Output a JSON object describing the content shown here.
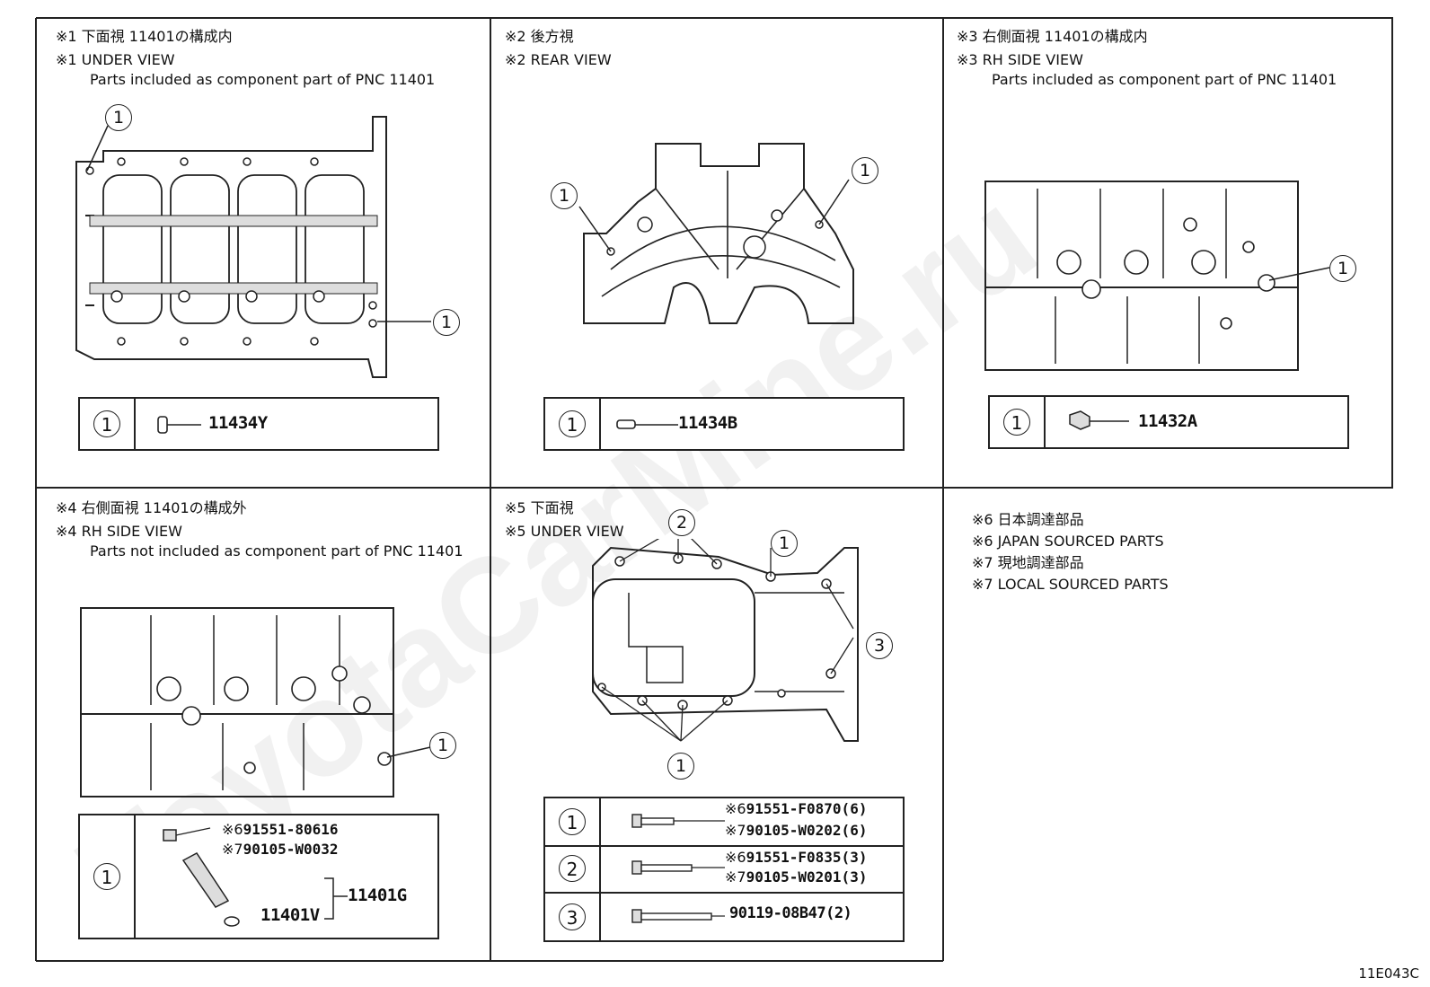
{
  "panels": [
    {
      "line1": "※1 下面視 11401の構成内",
      "line2": "※1 UNDER VIEW",
      "line3": "Parts included as component part of PNC 11401"
    },
    {
      "line1": "※2 後方視",
      "line2": "※2 REAR VIEW"
    },
    {
      "line1": "※3 右側面視 11401の構成内",
      "line2": "※3 RH SIDE VIEW",
      "line3": "Parts included as component part of PNC 11401"
    },
    {
      "line1": "※4 右側面視 11401の構成外",
      "line2": "※4 RH SIDE VIEW",
      "line3": "Parts not included as component part of PNC 11401"
    },
    {
      "line1": "※5 下面視",
      "line2": "※5 UNDER VIEW"
    }
  ],
  "notes": [
    "※6 日本調達部品",
    "※6 JAPAN SOURCED PARTS",
    "※7 現地調達部品",
    "※7 LOCAL SOURCED PARTS"
  ],
  "callouts": {
    "c1": "1",
    "c2": "2",
    "c3": "3"
  },
  "tables": {
    "t1": {
      "num": "1",
      "part": "11434Y"
    },
    "t2": {
      "num": "1",
      "part": "11434B"
    },
    "t3": {
      "num": "1",
      "part": "11432A"
    },
    "t4": {
      "num": "1",
      "tag6": "※6",
      "part6": "91551-80616",
      "tag7": "※7",
      "part7": "90105-W0032",
      "sub": "11401V",
      "assy": "11401G"
    },
    "t5": [
      {
        "num": "1",
        "tag6": "※6",
        "part6": "91551-F0870(6)",
        "tag7": "※7",
        "part7": "90105-W0202(6)"
      },
      {
        "num": "2",
        "tag6": "※6",
        "part6": "91551-F0835(3)",
        "tag7": "※7",
        "part7": "90105-W0201(3)"
      },
      {
        "num": "3",
        "part": "90119-08B47(2)"
      }
    ]
  },
  "watermark": "ToyotaCarMine.ru",
  "drawing_code": "11E043C"
}
